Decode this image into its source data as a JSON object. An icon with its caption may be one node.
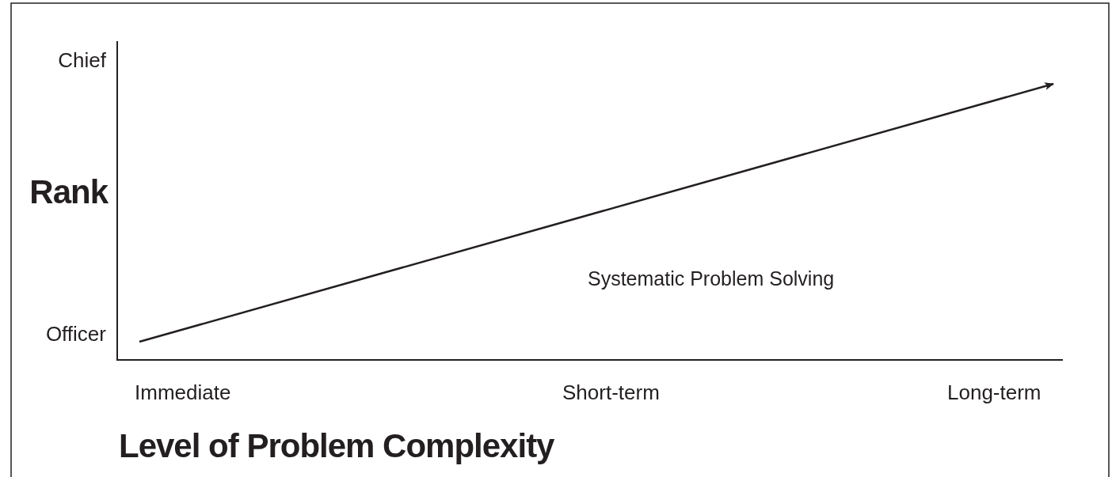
{
  "diagram": {
    "labels": [
      "Chief",
      "Rank",
      "Officer",
      "Systematic Problem Solving",
      "Immediate",
      "Short-term",
      "Long-term",
      "Level of Problem Complexity"
    ]
  }
}
